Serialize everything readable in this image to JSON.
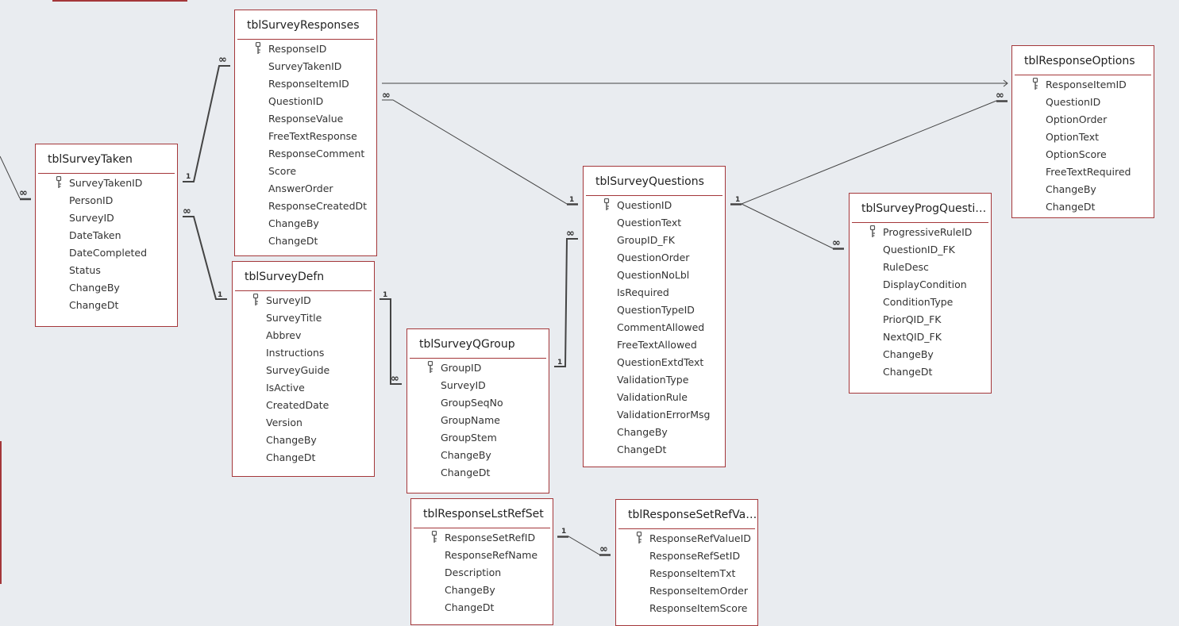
{
  "tables": [
    {
      "id": "survey-taken",
      "name": "tblSurveyTaken",
      "fields": [
        {
          "name": "SurveyTakenID",
          "key": true
        },
        {
          "name": "PersonID"
        },
        {
          "name": "SurveyID"
        },
        {
          "name": "DateTaken"
        },
        {
          "name": "DateCompleted"
        },
        {
          "name": "Status"
        },
        {
          "name": "ChangeBy"
        },
        {
          "name": "ChangeDt"
        }
      ]
    },
    {
      "id": "survey-responses",
      "name": "tblSurveyResponses",
      "fields": [
        {
          "name": "ResponseID",
          "key": true
        },
        {
          "name": "SurveyTakenID"
        },
        {
          "name": "ResponseItemID"
        },
        {
          "name": "QuestionID"
        },
        {
          "name": "ResponseValue"
        },
        {
          "name": "FreeTextResponse"
        },
        {
          "name": "ResponseComment"
        },
        {
          "name": "Score"
        },
        {
          "name": "AnswerOrder"
        },
        {
          "name": "ResponseCreatedDt"
        },
        {
          "name": "ChangeBy"
        },
        {
          "name": "ChangeDt"
        }
      ]
    },
    {
      "id": "survey-defn",
      "name": "tblSurveyDefn",
      "fields": [
        {
          "name": "SurveyID",
          "key": true
        },
        {
          "name": "SurveyTitle"
        },
        {
          "name": "Abbrev"
        },
        {
          "name": "Instructions"
        },
        {
          "name": "SurveyGuide"
        },
        {
          "name": "IsActive"
        },
        {
          "name": "CreatedDate"
        },
        {
          "name": "Version"
        },
        {
          "name": "ChangeBy"
        },
        {
          "name": "ChangeDt"
        }
      ]
    },
    {
      "id": "survey-qgroup",
      "name": "tblSurveyQGroup",
      "fields": [
        {
          "name": "GroupID",
          "key": true
        },
        {
          "name": "SurveyID"
        },
        {
          "name": "GroupSeqNo"
        },
        {
          "name": "GroupName"
        },
        {
          "name": "GroupStem"
        },
        {
          "name": "ChangeBy"
        },
        {
          "name": "ChangeDt"
        }
      ]
    },
    {
      "id": "survey-questions",
      "name": "tblSurveyQuestions",
      "fields": [
        {
          "name": "QuestionID",
          "key": true
        },
        {
          "name": "QuestionText"
        },
        {
          "name": "GroupID_FK"
        },
        {
          "name": "QuestionOrder"
        },
        {
          "name": "QuestionNoLbl"
        },
        {
          "name": "IsRequired"
        },
        {
          "name": "QuestionTypeID"
        },
        {
          "name": "CommentAllowed"
        },
        {
          "name": "FreeTextAllowed"
        },
        {
          "name": "QuestionExtdText"
        },
        {
          "name": "ValidationType"
        },
        {
          "name": "ValidationRule"
        },
        {
          "name": "ValidationErrorMsg"
        },
        {
          "name": "ChangeBy"
        },
        {
          "name": "ChangeDt"
        }
      ]
    },
    {
      "id": "survey-prog-questions",
      "name": "tblSurveyProgQuestions",
      "fields": [
        {
          "name": "ProgressiveRuleID",
          "key": true
        },
        {
          "name": "QuestionID_FK"
        },
        {
          "name": "RuleDesc"
        },
        {
          "name": "DisplayCondition"
        },
        {
          "name": "ConditionType"
        },
        {
          "name": "PriorQID_FK"
        },
        {
          "name": "NextQID_FK"
        },
        {
          "name": "ChangeBy"
        },
        {
          "name": "ChangeDt"
        }
      ]
    },
    {
      "id": "response-options",
      "name": "tblResponseOptions",
      "fields": [
        {
          "name": "ResponseItemID",
          "key": true
        },
        {
          "name": "QuestionID"
        },
        {
          "name": "OptionOrder"
        },
        {
          "name": "OptionText"
        },
        {
          "name": "OptionScore"
        },
        {
          "name": "FreeTextRequired"
        },
        {
          "name": "ChangeBy"
        },
        {
          "name": "ChangeDt"
        }
      ]
    },
    {
      "id": "response-lst-ref-set",
      "name": "tblResponseLstRefSet",
      "fields": [
        {
          "name": "ResponseSetRefID",
          "key": true
        },
        {
          "name": "ResponseRefName"
        },
        {
          "name": "Description"
        },
        {
          "name": "ChangeBy"
        },
        {
          "name": "ChangeDt"
        }
      ]
    },
    {
      "id": "response-set-ref-val",
      "name": "tblResponseSetRefVal...",
      "fields": [
        {
          "name": "ResponseRefValueID",
          "key": true
        },
        {
          "name": "ResponseRefSetID"
        },
        {
          "name": "ResponseItemTxt"
        },
        {
          "name": "ResponseItemOrder"
        },
        {
          "name": "ResponseItemScore"
        }
      ]
    }
  ],
  "relationship_labels": {
    "one": "1",
    "many": "∞"
  },
  "colors": {
    "border": "#a4373a",
    "background": "#e9ecf0",
    "line": "#444444"
  }
}
